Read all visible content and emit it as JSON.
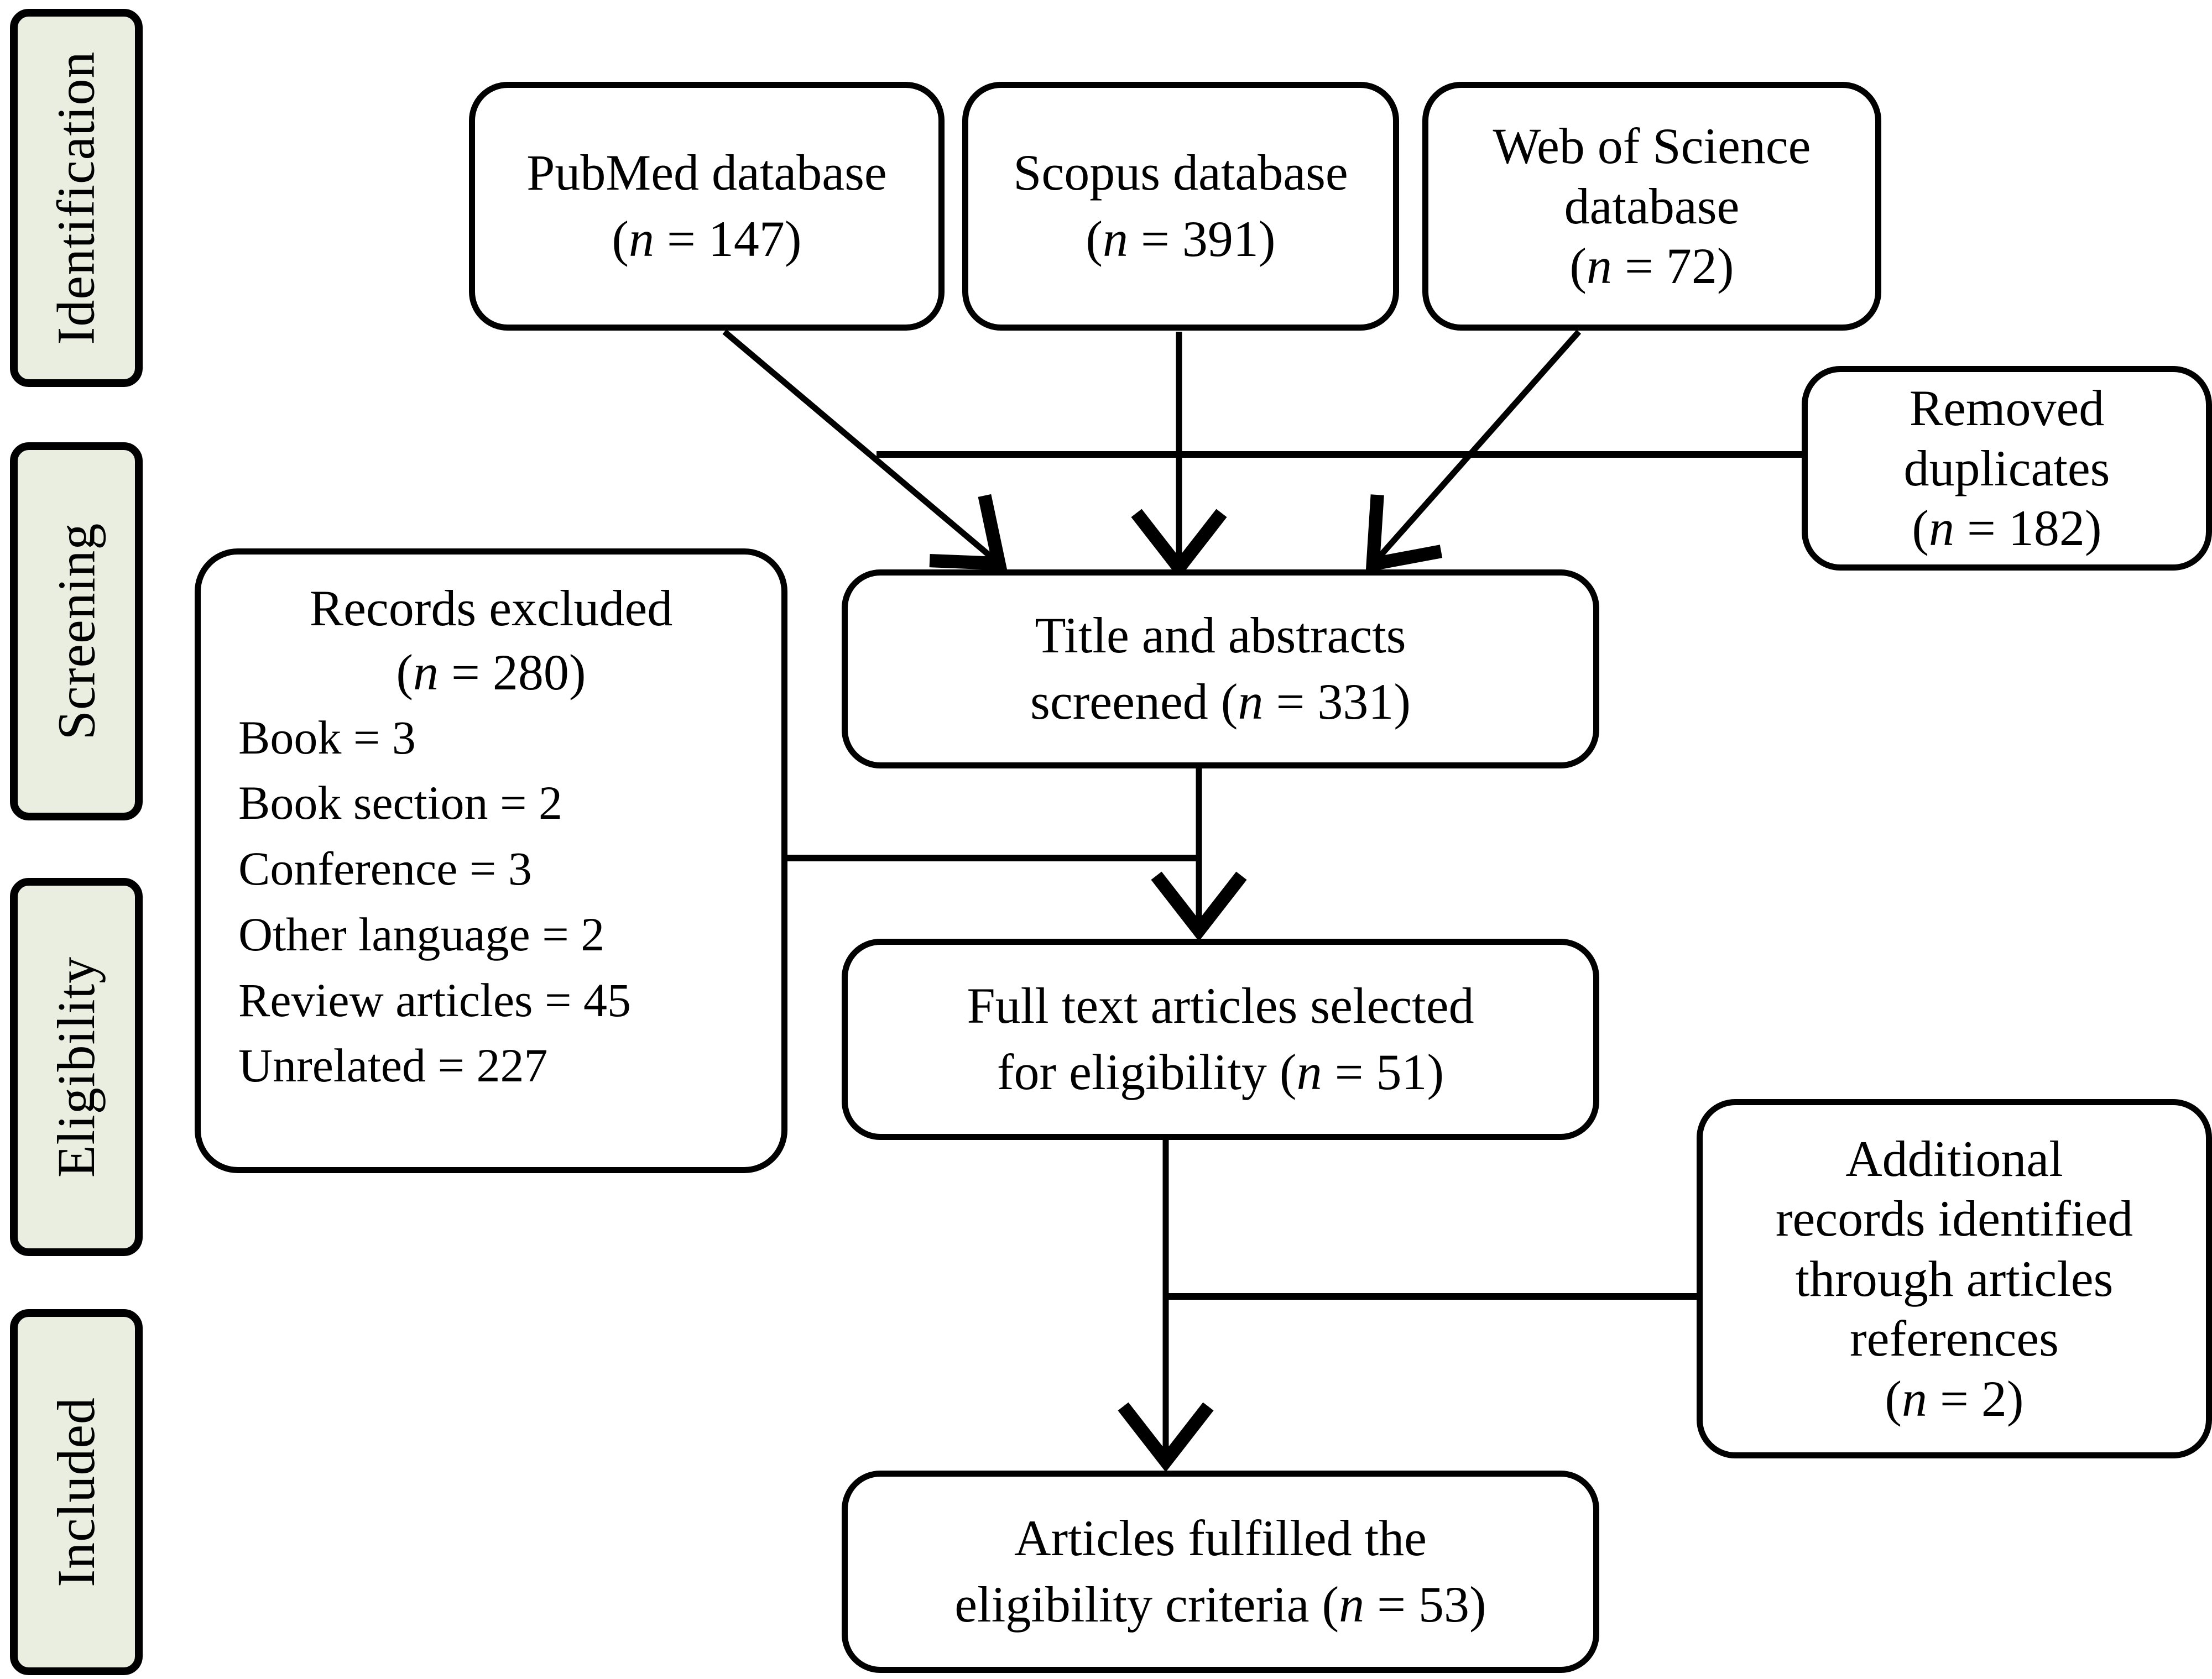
{
  "stages": [
    {
      "label": "Identification"
    },
    {
      "label": "Screening"
    },
    {
      "label": "Eligibility"
    },
    {
      "label": "Included"
    }
  ],
  "nodes": {
    "pubmed": {
      "line1": "PubMed database",
      "n_prefix": "(",
      "n_var": "n",
      "n_eq": " = 147)",
      "n_value": 147
    },
    "scopus": {
      "line1": "Scopus database",
      "n_prefix": "(",
      "n_var": "n",
      "n_eq": " = 391)",
      "n_value": 391
    },
    "wos": {
      "line1": "Web of Science",
      "line2": "database",
      "n_prefix": "(",
      "n_var": "n",
      "n_eq": " = 72)",
      "n_value": 72
    },
    "duplicates": {
      "line1": "Removed",
      "line2": "duplicates",
      "n_prefix": "(",
      "n_var": "n",
      "n_eq": " = 182)",
      "n_value": 182
    },
    "excluded": {
      "head_line1": "Records excluded",
      "head_prefix": "(",
      "head_var": "n",
      "head_eq": " = 280)",
      "head_value": 280,
      "items": [
        "Book = 3",
        "Book section = 2",
        "Conference  = 3",
        "Other  language = 2",
        "Review articles = 45",
        "Unrelated  = 227"
      ]
    },
    "screened": {
      "line1": "Title and abstracts",
      "line2_pre": "screened ",
      "line2_paren_open": "(",
      "line2_var": "n",
      "line2_post": " = 331)",
      "n_value": 331
    },
    "fulltext": {
      "line1": "Full text articles selected",
      "line2_pre": "for eligibility  ",
      "line2_paren_open": "(",
      "line2_var": "n",
      "line2_post": " = 51)",
      "n_value": 51
    },
    "additional": {
      "line1": "Additional",
      "line2": "records identified",
      "line3": "through articles",
      "line4": "references",
      "n_prefix": "(",
      "n_var": "n",
      "n_eq": " = 2)",
      "n_value": 2
    },
    "included": {
      "line1": "Articles fulfilled the",
      "line2_pre": "eligibility  criteria ",
      "line2_paren_open": "(",
      "line2_var": "n",
      "line2_post": " = 53)",
      "n_value": 53
    }
  },
  "colors": {
    "stage_fill": "#eaeee0",
    "stroke": "#000000",
    "node_fill": "#ffffff"
  }
}
